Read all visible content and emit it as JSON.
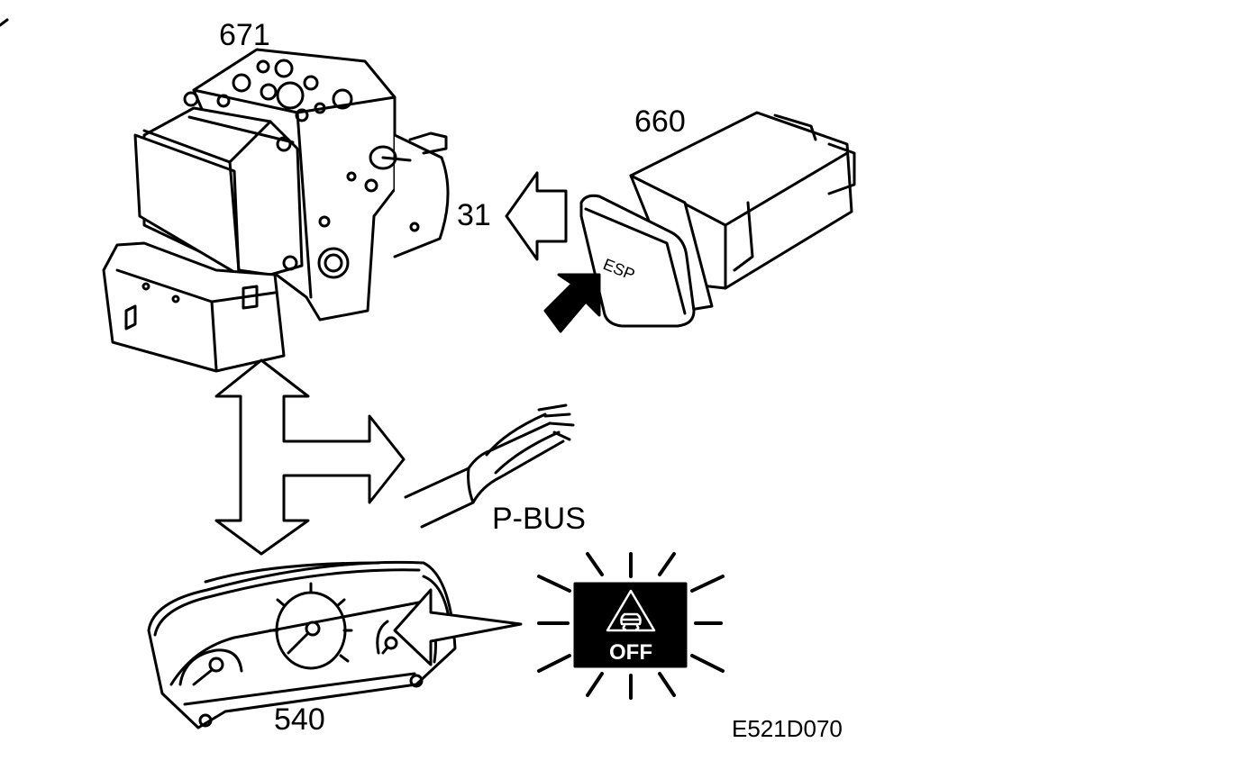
{
  "labels": {
    "abs_unit": "671",
    "esp_switch": "660",
    "signal": "31",
    "bus": "P-BUS",
    "instrument_cluster": "540",
    "figure_code": "E521D070"
  },
  "switch_text": "ESP",
  "warning_lamp": {
    "text": "OFF",
    "icon": "skid-car-warning-icon",
    "state": "lit"
  },
  "colors": {
    "ink": "#000000",
    "paper": "#ffffff"
  }
}
